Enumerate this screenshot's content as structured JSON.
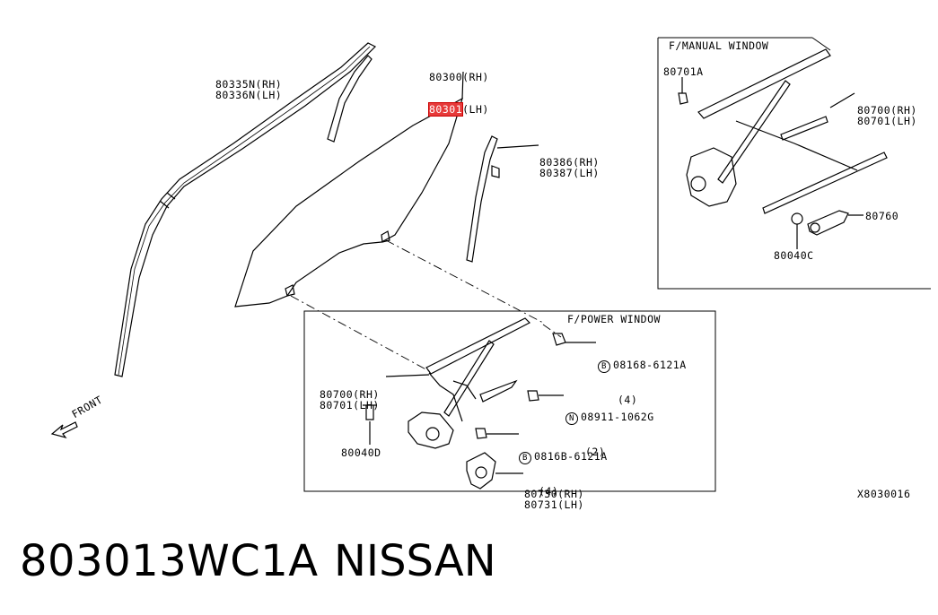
{
  "labels": {
    "moulding": {
      "rh": "80335N(RH)",
      "lh": "80336N(LH)"
    },
    "glass": {
      "rh": "80300(RH)",
      "lh_prefix": "80301",
      "lh_suffix": "(LH)"
    },
    "sash": {
      "rh": "80386(RH)",
      "lh": "80387(LH)"
    },
    "manual_title": "F/MANUAL WINDOW",
    "manual_bolt": "80701A",
    "manual_regulator": {
      "rh": "80700(RH)",
      "lh": "80701(LH)"
    },
    "manual_handle": "80760",
    "manual_escutcheon": "80040C",
    "power_title": "F/POWER WINDOW",
    "power_regulator": {
      "rh": "80700(RH)",
      "lh": "80701(LH)"
    },
    "bolt_top": {
      "mark": "B",
      "code": "08168-6121A",
      "qty": "(4)"
    },
    "nut": {
      "mark": "N",
      "code": "08911-1062G",
      "qty": "(2)"
    },
    "bolt_mid": {
      "mark": "B",
      "code": "0816B-6121A",
      "qty": "(4)"
    },
    "power_bolt": "80040D",
    "motor": {
      "rh": "80730(RH)",
      "lh": "80731(LH)"
    },
    "front": "FRONT",
    "diagram_code": "X8030016"
  },
  "footer": {
    "part_number": "803013WC1A",
    "brand": "NISSAN"
  },
  "colors": {
    "highlight": "#e63a3a"
  }
}
